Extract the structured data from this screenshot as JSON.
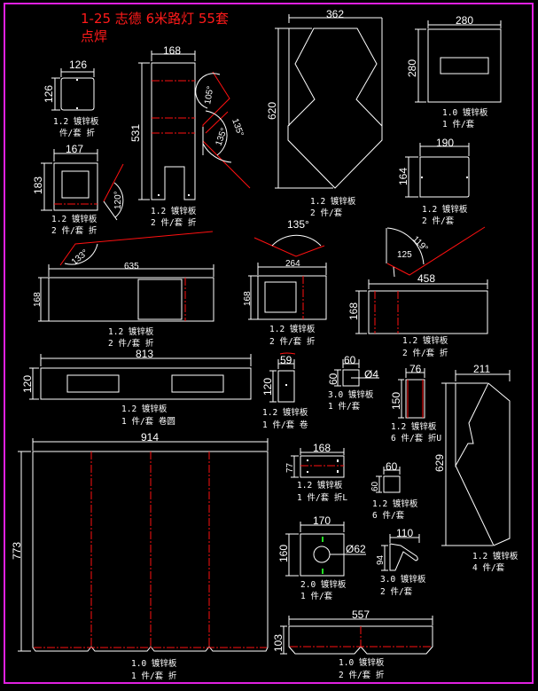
{
  "title": {
    "line1": "1-25 志德 6米路灯 55套",
    "line2": "点焊"
  },
  "colors": {
    "background": "#000000",
    "outline": "#ffffff",
    "bend_line": "#ff1010",
    "title": "#ff1a1a",
    "frame": "#e020e0",
    "mark": "#22dd22"
  },
  "parts": [
    {
      "id": "p1",
      "dims": {
        "w": "126",
        "h": "126"
      },
      "material": "1.2 镀锌板",
      "qty": "件/套 折"
    },
    {
      "id": "p2",
      "dims": {
        "w": "168",
        "h": "531"
      },
      "angles": [
        "105°",
        "135°",
        "135°"
      ],
      "material": "1.2 镀锌板",
      "qty": "2 件/套 折"
    },
    {
      "id": "p3",
      "dims": {
        "w": "362",
        "h": "620"
      },
      "material": "1.2 镀锌板",
      "qty": "2 件/套"
    },
    {
      "id": "p4",
      "dims": {
        "w": "280",
        "h": "280"
      },
      "material": "1.0 镀锌板",
      "qty": "1 件/套"
    },
    {
      "id": "p5",
      "dims": {
        "w": "167",
        "h": "183"
      },
      "angles": [
        "120°"
      ],
      "material": "1.2 镀锌板",
      "qty": "2 件/套 折"
    },
    {
      "id": "p6",
      "dims": {
        "w": "190",
        "h": "164"
      },
      "material": "1.2 镀锌板",
      "qty": "2 件/套"
    },
    {
      "id": "p7",
      "dims": {
        "w": "635",
        "h": "168"
      },
      "angles": [
        "133°"
      ],
      "material": "1.2 镀锌板",
      "qty": "2 件/套 折"
    },
    {
      "id": "p8",
      "dims": {
        "w": "264",
        "h": "168"
      },
      "angles": [
        "135°"
      ],
      "material": "1.2 镀锌板",
      "qty": "2 件/套 折"
    },
    {
      "id": "p9",
      "dims": {
        "w": "458",
        "h": "168"
      },
      "angles": [
        "119°",
        "125"
      ],
      "material": "1.2 镀锌板",
      "qty": "2 件/套 折"
    },
    {
      "id": "p10",
      "dims": {
        "w": "813",
        "h": "120"
      },
      "material": "1.2 镀锌板",
      "qty": "1 件/套 卷圆"
    },
    {
      "id": "p11",
      "dims": {
        "w": "59",
        "h": "120"
      },
      "material": "1.2 镀锌板",
      "qty": "1 件/套 卷"
    },
    {
      "id": "p12",
      "dims": {
        "w": "60",
        "h": "60",
        "hole": "Ø4"
      },
      "material": "3.0 镀锌板",
      "qty": "1 件/套"
    },
    {
      "id": "p13",
      "dims": {
        "w": "76",
        "h": "150"
      },
      "material": "1.2 镀锌板",
      "qty": "6 件/套 折U"
    },
    {
      "id": "p14",
      "dims": {
        "w": "211",
        "h": "629"
      },
      "material": "1.2 镀锌板",
      "qty": "4 件/套"
    },
    {
      "id": "p15",
      "dims": {
        "w": "914",
        "h": "773"
      },
      "material": "1.0 镀锌板",
      "qty": "1 件/套 折"
    },
    {
      "id": "p16",
      "dims": {
        "w": "168",
        "h": "77"
      },
      "material": "1.2 镀锌板",
      "qty": "1 件/套 折L"
    },
    {
      "id": "p17",
      "dims": {
        "w": "60",
        "h": "60"
      },
      "material": "1.2 镀锌板",
      "qty": "6 件/套"
    },
    {
      "id": "p18",
      "dims": {
        "w": "170",
        "h": "160",
        "hole": "Ø62"
      },
      "material": "2.0 镀锌板",
      "qty": "1 件/套"
    },
    {
      "id": "p19",
      "dims": {
        "w": "110",
        "h": "94"
      },
      "material": "3.0 镀锌板",
      "qty": "2 件/套"
    },
    {
      "id": "p20",
      "dims": {
        "w": "557",
        "h": "103"
      },
      "material": "1.0 镀锌板",
      "qty": "2 件/套 折"
    }
  ]
}
